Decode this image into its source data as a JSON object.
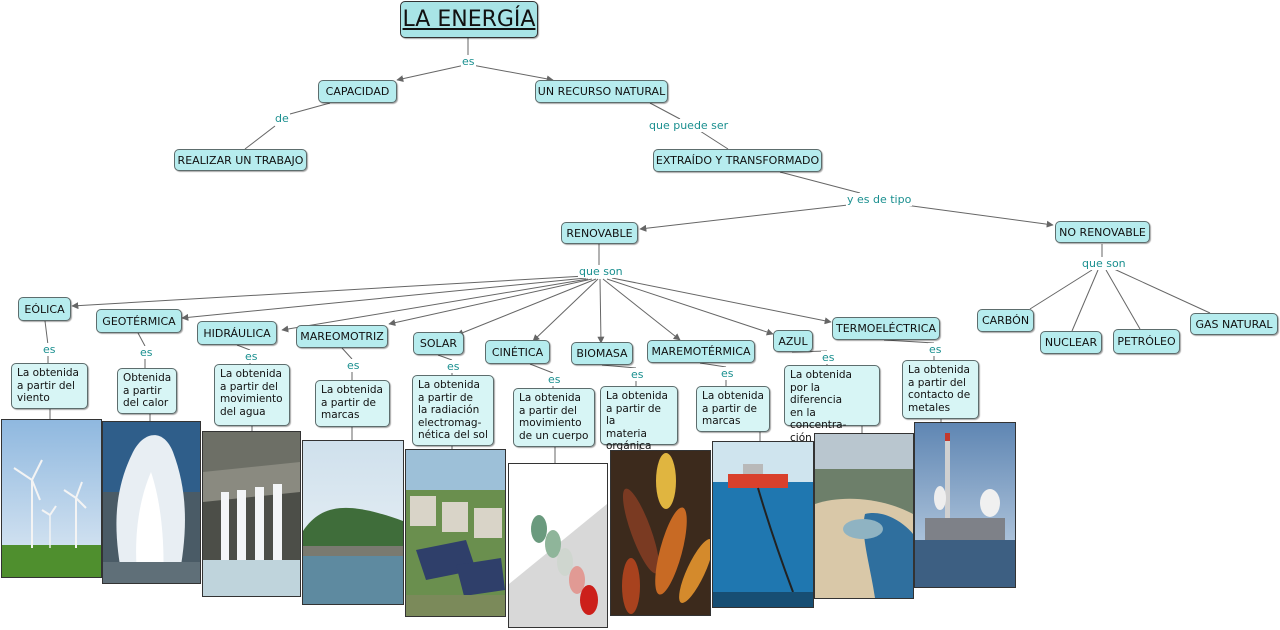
{
  "title": "LA ENERGÍA",
  "top_link": "es",
  "capacidad": "CAPACIDAD",
  "recurso": "UN RECURSO NATURAL",
  "link_de": "de",
  "realizar": "REALIZAR UN TRABAJO",
  "link_que_puede_ser": "que puede ser",
  "extraido": "EXTRAÍDO Y TRANSFORMADO",
  "link_tipo": "y es de tipo",
  "renovable": "RENOVABLE",
  "no_renovable": "NO RENOVABLE",
  "link_que_son_renov": "que son",
  "link_que_son_norenov": "que son",
  "renewables": [
    {
      "name": "EÓLICA",
      "link": "es",
      "desc": "La obtenida\na partir del\nviento"
    },
    {
      "name": "GEOTÉRMICA",
      "link": "es",
      "desc": "Obtenida\na partir\ndel calor"
    },
    {
      "name": "HIDRÁULICA",
      "link": "es",
      "desc": "La obtenida\na partir del\nmovimiento\ndel agua"
    },
    {
      "name": "MAREOMOTRIZ",
      "link": "es",
      "desc": "La obtenida\na partir de\nmarcas"
    },
    {
      "name": "SOLAR",
      "link": "es",
      "desc": "La obtenida\na partir de\nla radiación\nelectromag-\nnética del sol"
    },
    {
      "name": "CINÉTICA",
      "link": "es",
      "desc": "La obtenida\na partir del\nmovimiento\nde un cuerpo"
    },
    {
      "name": "BIOMASA",
      "link": "es",
      "desc": "La obtenida\na partir de la\nmateria\norgánica"
    },
    {
      "name": "MAREMOTÉRMICA",
      "link": "es",
      "desc": "La obtenida\na partir de\nmarcas"
    },
    {
      "name": "AZUL",
      "link": "es",
      "desc": "La obtenida\npor la diferencia\nen la concentra-\nción de sal"
    },
    {
      "name": "TERMOELÉCTRICA",
      "link": "es",
      "desc": "La obtenida\na partir del\ncontacto de\nmetales"
    }
  ],
  "non_renewables": [
    "CARBÓN",
    "NUCLEAR",
    "PETRÓLEO",
    "GAS NATURAL"
  ],
  "images": [
    "wind-turbines-photo",
    "geyser-photo",
    "dam-photo",
    "tidal-barrage-photo",
    "solar-houses-photo",
    "kinetic-spheres-photo",
    "corn-cobs-photo",
    "ocean-thermal-plant-photo",
    "coastal-lagoon-photo",
    "power-plant-photo"
  ]
}
